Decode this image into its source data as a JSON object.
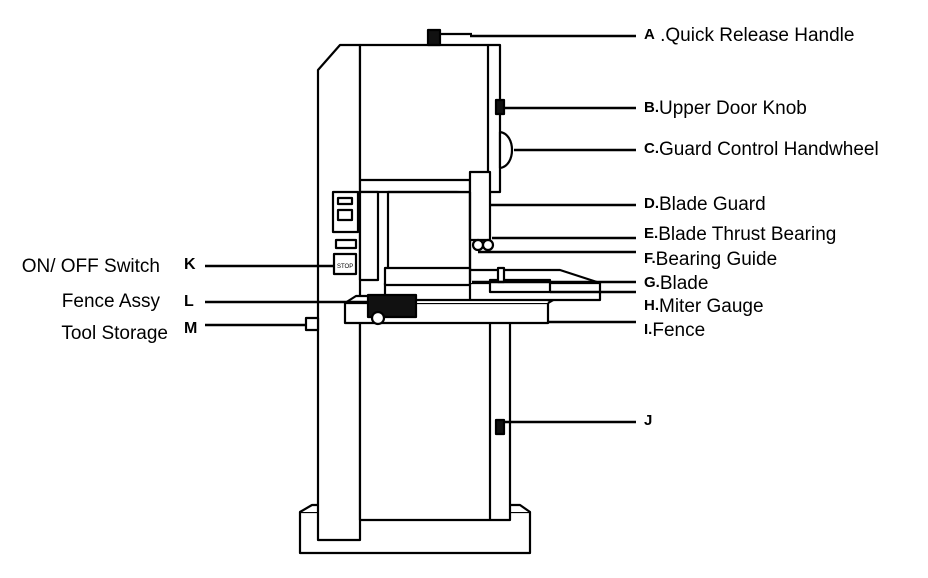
{
  "callouts_right": [
    {
      "key": "A",
      "text": " .Quick Release Handle"
    },
    {
      "key": "B.",
      "text": "Upper Door Knob"
    },
    {
      "key": "C.",
      "text": "Guard Control Handwheel"
    },
    {
      "key": "D.",
      "text": "Blade Guard"
    },
    {
      "key": "E.",
      "text": "Blade Thrust Bearing"
    },
    {
      "key": "F.",
      "text": "Bearing Guide"
    },
    {
      "key": "G.",
      "text": "Blade"
    },
    {
      "key": "H.",
      "text": "Miter Gauge"
    },
    {
      "key": "I.",
      "text": "Fence"
    },
    {
      "key": "J",
      "text": ""
    }
  ],
  "callouts_left": [
    {
      "key": "K",
      "text": "ON/ OFF Switch"
    },
    {
      "key": "L",
      "text": "Fence Assy"
    },
    {
      "key": "M",
      "text": "Tool Storage"
    }
  ],
  "switch_label": "STOP",
  "colors": {
    "ink": "#000000",
    "paper": "#ffffff"
  }
}
